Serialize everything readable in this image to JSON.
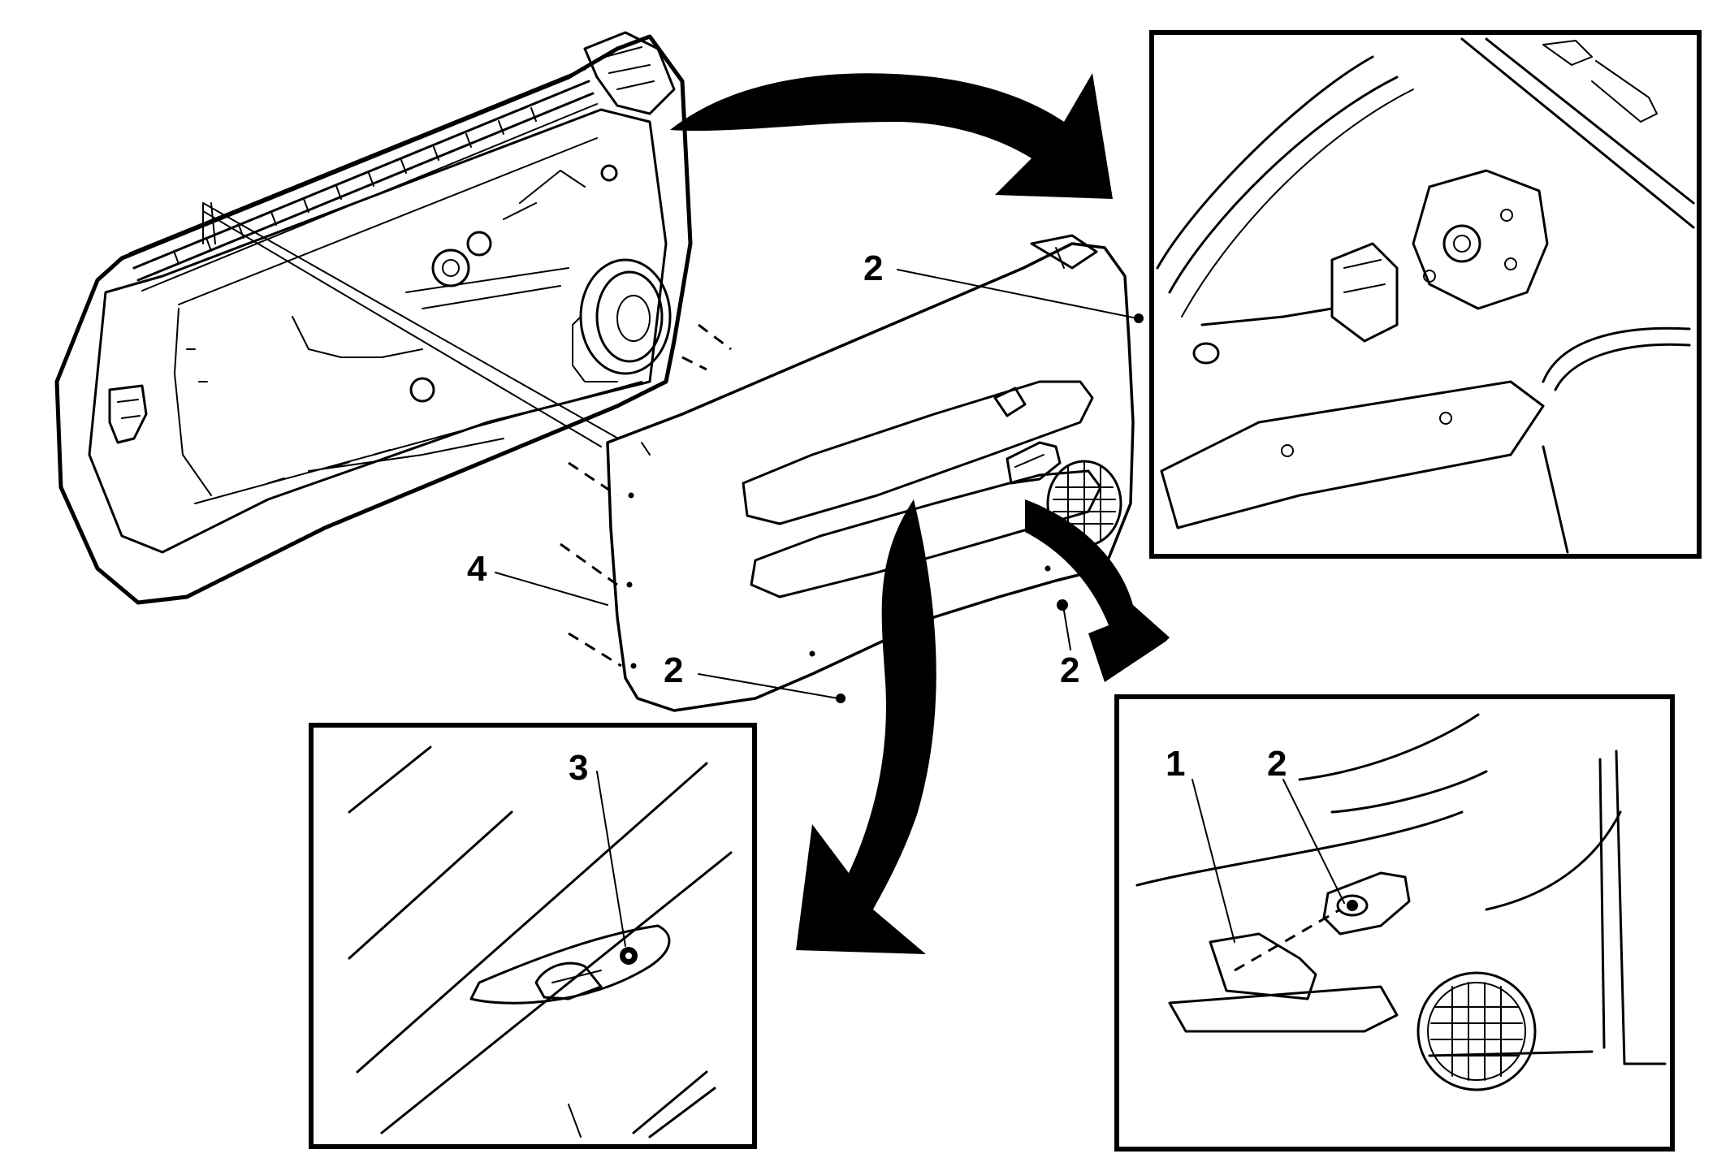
{
  "callouts": {
    "top_fastener": "2",
    "lower_fastener": "2",
    "right_fastener": "2",
    "trim_panel": "4",
    "inset_bl_fastener": "3",
    "inset_br_cover": "1",
    "inset_br_fastener": "2"
  },
  "colors": {
    "ink": "#000000",
    "paper": "#ffffff"
  }
}
